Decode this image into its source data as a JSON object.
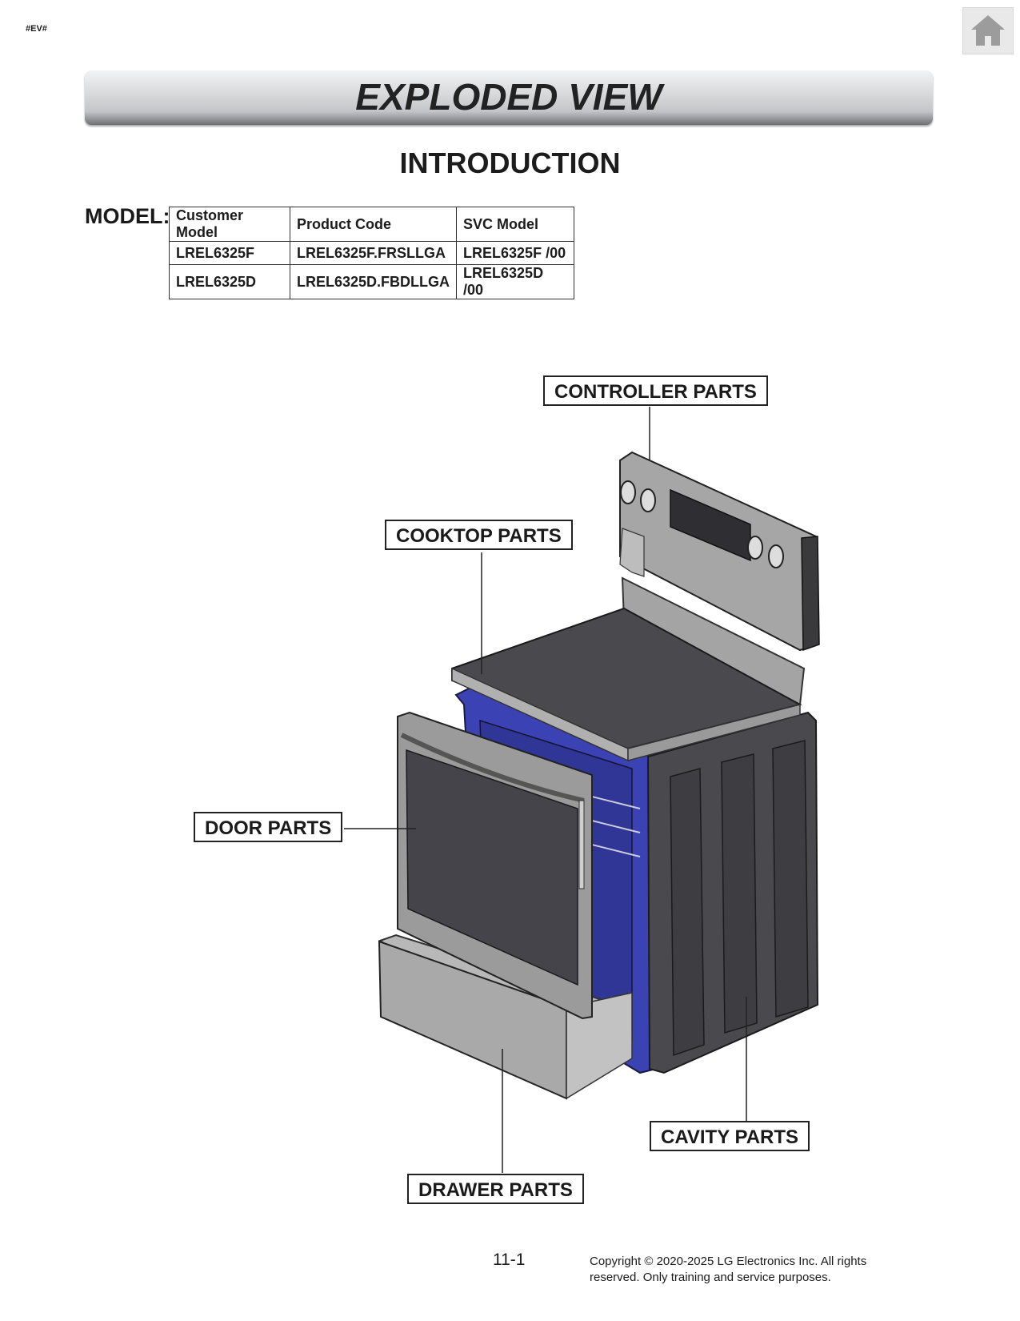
{
  "doc_tag": "#EV#",
  "home_icon": "home-icon",
  "banner_title": "EXPLODED VIEW",
  "subtitle": "INTRODUCTION",
  "model_label": "MODEL:",
  "model_table": {
    "headers": [
      "Customer Model",
      "Product Code",
      "SVC Model"
    ],
    "rows": [
      [
        "LREL6325F",
        "LREL6325F.FRSLLGA",
        "LREL6325F /00"
      ],
      [
        "LREL6325D",
        "LREL6325D.FBDLLGA",
        "LREL6325D /00"
      ]
    ]
  },
  "callouts": {
    "controller": "CONTROLLER PARTS",
    "cooktop": "COOKTOP PARTS",
    "door": "DOOR PARTS",
    "cavity": "CAVITY PARTS",
    "drawer": "DRAWER PARTS"
  },
  "page_number": "11-1",
  "copyright": "Copyright © 2020-2025 LG Electronics Inc. All rights reserved. Only training and service purposes.",
  "colors": {
    "cavity_blue": "#3b43b4",
    "glass_dark": "#45444a",
    "steel": "#a9a9a9"
  }
}
